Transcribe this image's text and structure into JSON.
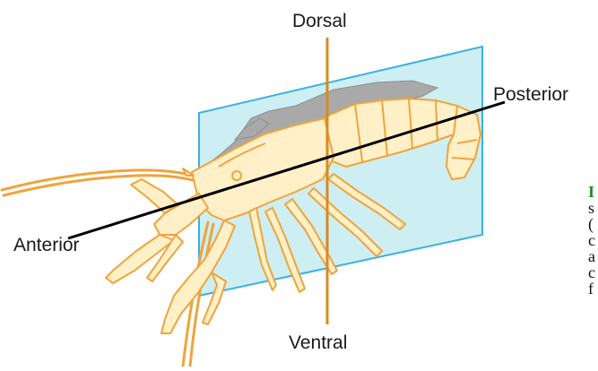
{
  "labels": {
    "dorsal": "Dorsal",
    "ventral": "Ventral",
    "anterior": "Anterior",
    "posterior": "Posterior"
  },
  "sidebar_fragments": [
    "I",
    "s",
    "(",
    "c",
    "a",
    "c",
    "f"
  ],
  "colors": {
    "plane_fill": "#cdeef2",
    "plane_stroke": "#3ab0e6",
    "body_fill": "#fff0c8",
    "body_stroke": "#f0a43a",
    "shadow_fill": "#a9a9a9",
    "dorsal_ventral_axis": "#d88a20",
    "anterior_posterior_axis": "#000000",
    "sidebar_first_letter": "#1c8c1c"
  }
}
